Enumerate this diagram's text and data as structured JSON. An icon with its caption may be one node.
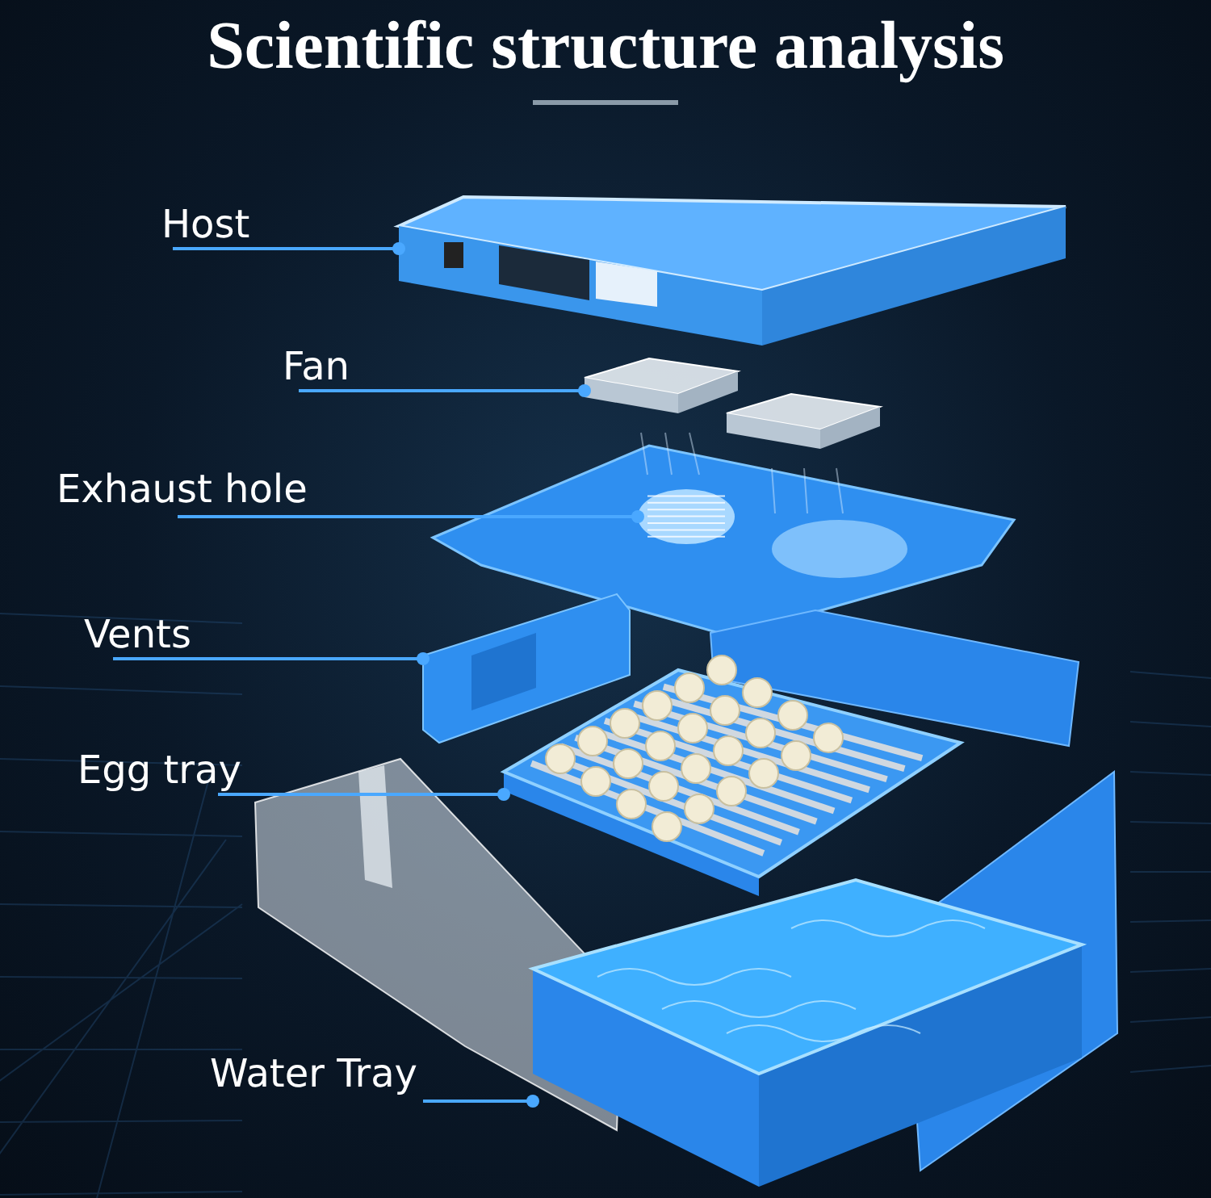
{
  "diagram": {
    "title": "Scientific structure analysis",
    "nodes": [
      {
        "text": [
          "Host"
        ]
      },
      {
        "text": [
          "Fan"
        ]
      },
      {
        "text": [
          "Exhaust hole"
        ]
      },
      {
        "text": [
          "Vents"
        ]
      },
      {
        "text": [
          "Egg tray"
        ]
      },
      {
        "text": [
          "Water Tray"
        ]
      },
      {
        "text": [],
        "shape": "picture"
      },
      {
        "text": [],
        "shape": "picture"
      },
      {
        "text": [],
        "shape": "picture"
      },
      {
        "text": [],
        "shape": "picture"
      },
      {
        "text": [],
        "shape": "picture"
      },
      {
        "text": [],
        "shape": "picture"
      }
    ],
    "edges": [
      {
        "from": 0,
        "to": 6,
        "arrow": "other"
      },
      {
        "from": 1,
        "to": 7,
        "arrow": "other"
      },
      {
        "from": 2,
        "to": 8,
        "arrow": "other"
      },
      {
        "from": 3,
        "to": 9,
        "arrow": "other"
      },
      {
        "from": 4,
        "to": 10,
        "arrow": "other"
      },
      {
        "from": 5,
        "to": 11,
        "arrow": "other"
      }
    ]
  }
}
